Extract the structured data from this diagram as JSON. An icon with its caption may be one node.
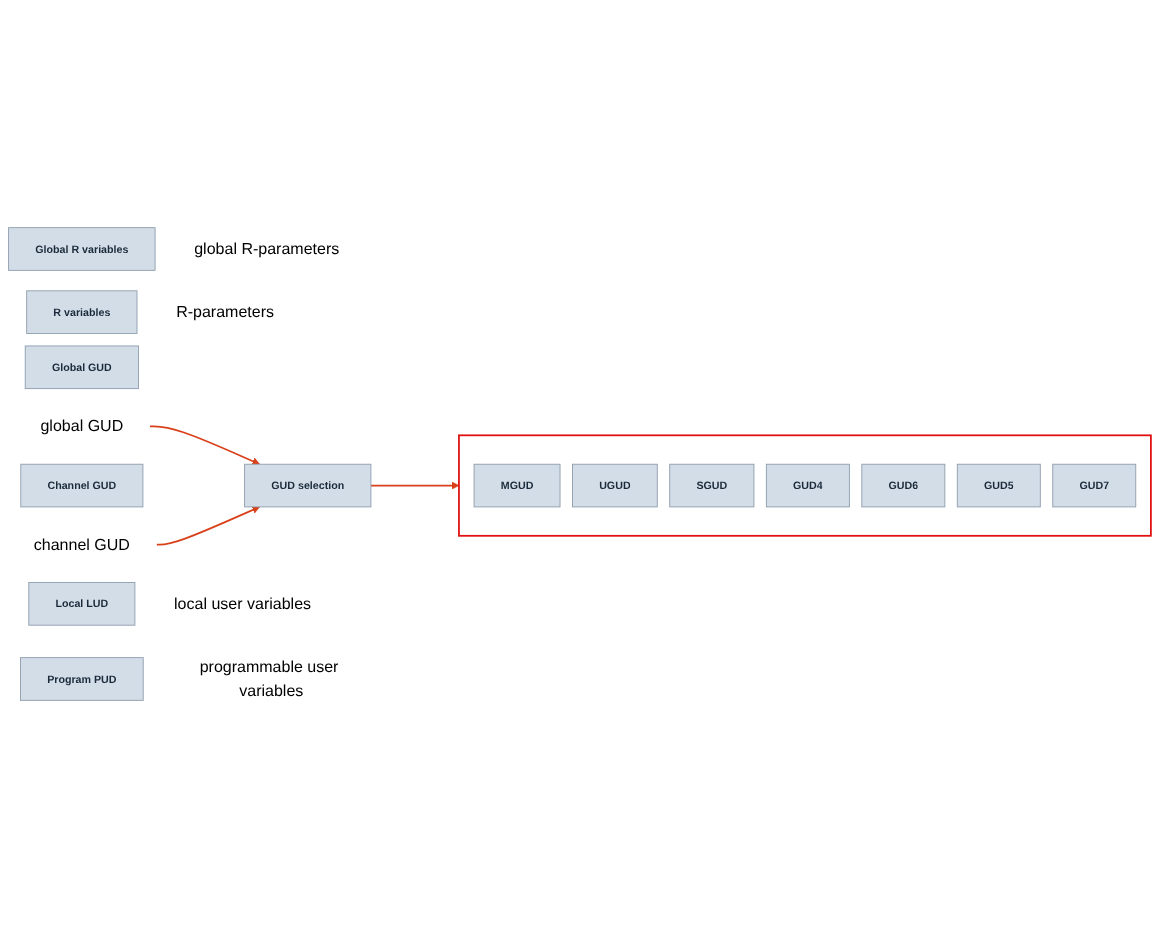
{
  "diagram": {
    "nodes": [
      {
        "text": [
          "Global R variables"
        ],
        "beside": [
          "global R-parameters"
        ]
      },
      {
        "text": [
          "R variables"
        ],
        "beside": [
          "R-parameters"
        ]
      },
      {
        "text": [],
        "shape": "box"
      },
      {
        "text": [
          "MGUD"
        ],
        "in": 2
      },
      {
        "text": [
          "UGUD"
        ],
        "in": 2
      },
      {
        "text": [
          "SGUD"
        ],
        "in": 2
      },
      {
        "text": [
          "GUD4"
        ],
        "in": 2
      },
      {
        "text": [
          "GUD6"
        ],
        "in": 2
      },
      {
        "text": [
          "GUD5"
        ],
        "in": 2
      },
      {
        "text": [
          "GUD7"
        ],
        "in": 2
      },
      {
        "text": [
          "Global GUD"
        ]
      },
      {
        "text": [
          "global GUD"
        ]
      },
      {
        "text": [
          "Channel GUD"
        ]
      },
      {
        "text": [
          "channel GUD"
        ]
      },
      {
        "text": [
          "GUD selection"
        ]
      },
      {
        "text": [
          "Local LUD"
        ],
        "beside": [
          "local user variables"
        ]
      },
      {
        "text": [
          "Program PUD"
        ],
        "beside": [
          "programmable user variables"
        ]
      }
    ],
    "edges": [
      {
        "from": 11,
        "to": 14,
        "arrow": "to"
      },
      {
        "from": 13,
        "to": 14,
        "arrow": "to"
      },
      {
        "from": 14,
        "to": 2,
        "arrow": "to"
      }
    ]
  }
}
